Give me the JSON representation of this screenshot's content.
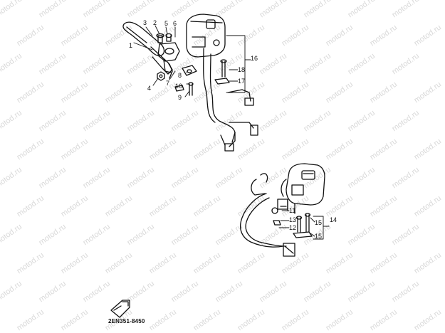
{
  "watermark": "motod.ru",
  "diagram_code": "2EN351-8450",
  "callouts": {
    "c1": "1",
    "c2": "2",
    "c3": "3",
    "c4": "4",
    "c5": "5",
    "c6": "6",
    "c7": "7",
    "c8": "8",
    "c9": "9",
    "c10": "10",
    "c11": "11",
    "c12": "12",
    "c13": "13",
    "c14": "14",
    "c15a": "15",
    "c15b": "15",
    "c16": "16",
    "c17": "17",
    "c18": "18"
  }
}
